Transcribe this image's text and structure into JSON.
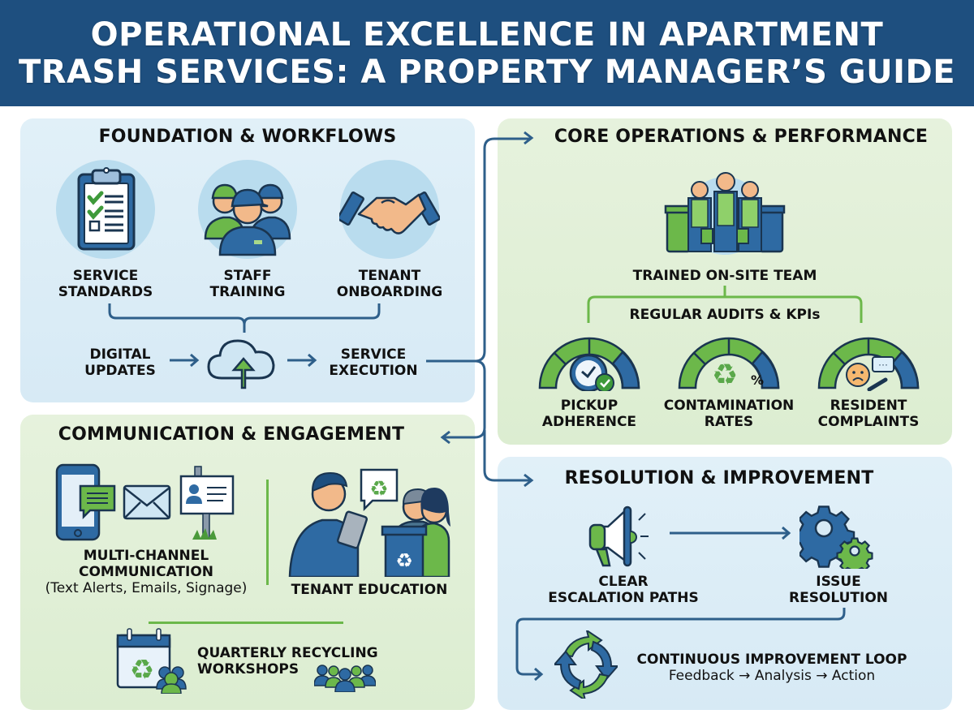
{
  "header": {
    "title_line1": "OPERATIONAL EXCELLENCE IN APARTMENT",
    "title_line2": "TRASH SERVICES: A PROPERTY MANAGER’S GUIDE",
    "background_color": "#1e4f7f"
  },
  "colors": {
    "navy": "#1e4f7f",
    "blue": "#2e6aa3",
    "green": "#6cb84a",
    "light_blue_panel": "#dcedf7",
    "light_green_panel": "#e2f0d8"
  },
  "foundation": {
    "title": "FOUNDATION & WORKFLOWS",
    "items": [
      {
        "icon": "clipboard-checklist-icon",
        "line1": "SERVICE",
        "line2": "STANDARDS"
      },
      {
        "icon": "staff-team-icon",
        "line1": "STAFF",
        "line2": "TRAINING"
      },
      {
        "icon": "handshake-icon",
        "line1": "TENANT",
        "line2": "ONBOARDING"
      }
    ],
    "flow": {
      "left": {
        "line1": "DIGITAL",
        "line2": "UPDATES"
      },
      "center_icon": "cloud-upload-icon",
      "right": {
        "line1": "SERVICE",
        "line2": "EXECUTION"
      }
    }
  },
  "core": {
    "title": "CORE OPERATIONS & PERFORMANCE",
    "team_icon": "onsite-team-with-bins-icon",
    "team_label": "TRAINED ON-SITE TEAM",
    "audits_label": "REGULAR AUDITS & KPIs",
    "kpis": [
      {
        "icon": "clock-check-gauge-icon",
        "line1": "PICKUP",
        "line2": "ADHERENCE"
      },
      {
        "icon": "recycle-percent-gauge-icon",
        "line1": "CONTAMINATION",
        "line2": "RATES"
      },
      {
        "icon": "sad-face-gauge-icon",
        "line1": "RESIDENT",
        "line2": "COMPLAINTS"
      }
    ]
  },
  "communication": {
    "title": "COMMUNICATION & ENGAGEMENT",
    "multi_channel": {
      "icons": [
        "smartphone-chat-icon",
        "envelope-icon",
        "signage-icon"
      ],
      "line1": "MULTI-CHANNEL",
      "line2": "COMMUNICATION",
      "detail": "(Text Alerts, Emails, Signage)"
    },
    "education": {
      "icon": "tenant-education-icon",
      "label": "TENANT EDUCATION"
    },
    "workshops": {
      "icon": "calendar-recycle-icon",
      "group_icon": "people-group-icon",
      "line1": "QUARTERLY RECYCLING",
      "line2": "WORKSHOPS"
    }
  },
  "resolution": {
    "title": "RESOLUTION & IMPROVEMENT",
    "escalation": {
      "icon": "megaphone-icon",
      "line1": "CLEAR",
      "line2": "ESCALATION PATHS"
    },
    "issue": {
      "icon": "gears-icon",
      "line1": "ISSUE",
      "line2": "RESOLUTION"
    },
    "loop": {
      "icon": "cycle-arrows-icon",
      "title": "CONTINUOUS IMPROVEMENT LOOP",
      "detail": "Feedback → Analysis → Action"
    }
  }
}
